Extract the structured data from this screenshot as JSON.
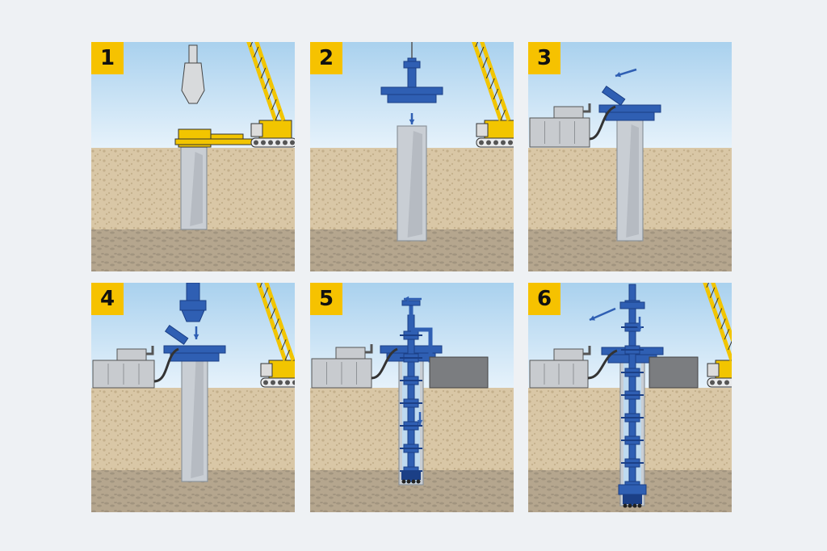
{
  "colors": {
    "page_bg": "#eef1f4",
    "sky_top": "#a9d1ee",
    "sky_bottom": "#e6f2fb",
    "soil_upper": "#d9c7a6",
    "soil_lower": "#b5a68e",
    "badge": "#f6c200",
    "blue": "#2f5fb3",
    "blue_dark": "#1b3f86",
    "yellow": "#f2c500",
    "casing": "#c9ced4",
    "water": "#bcdcf3",
    "machine": "#c8cbcf",
    "generator": "#7b7d80"
  },
  "steps": [
    {
      "number": "1",
      "label": ""
    },
    {
      "number": "2",
      "label": ""
    },
    {
      "number": "3",
      "label": ""
    },
    {
      "number": "4",
      "label": ""
    },
    {
      "number": "5",
      "label": ""
    },
    {
      "number": "6",
      "label": ""
    }
  ]
}
